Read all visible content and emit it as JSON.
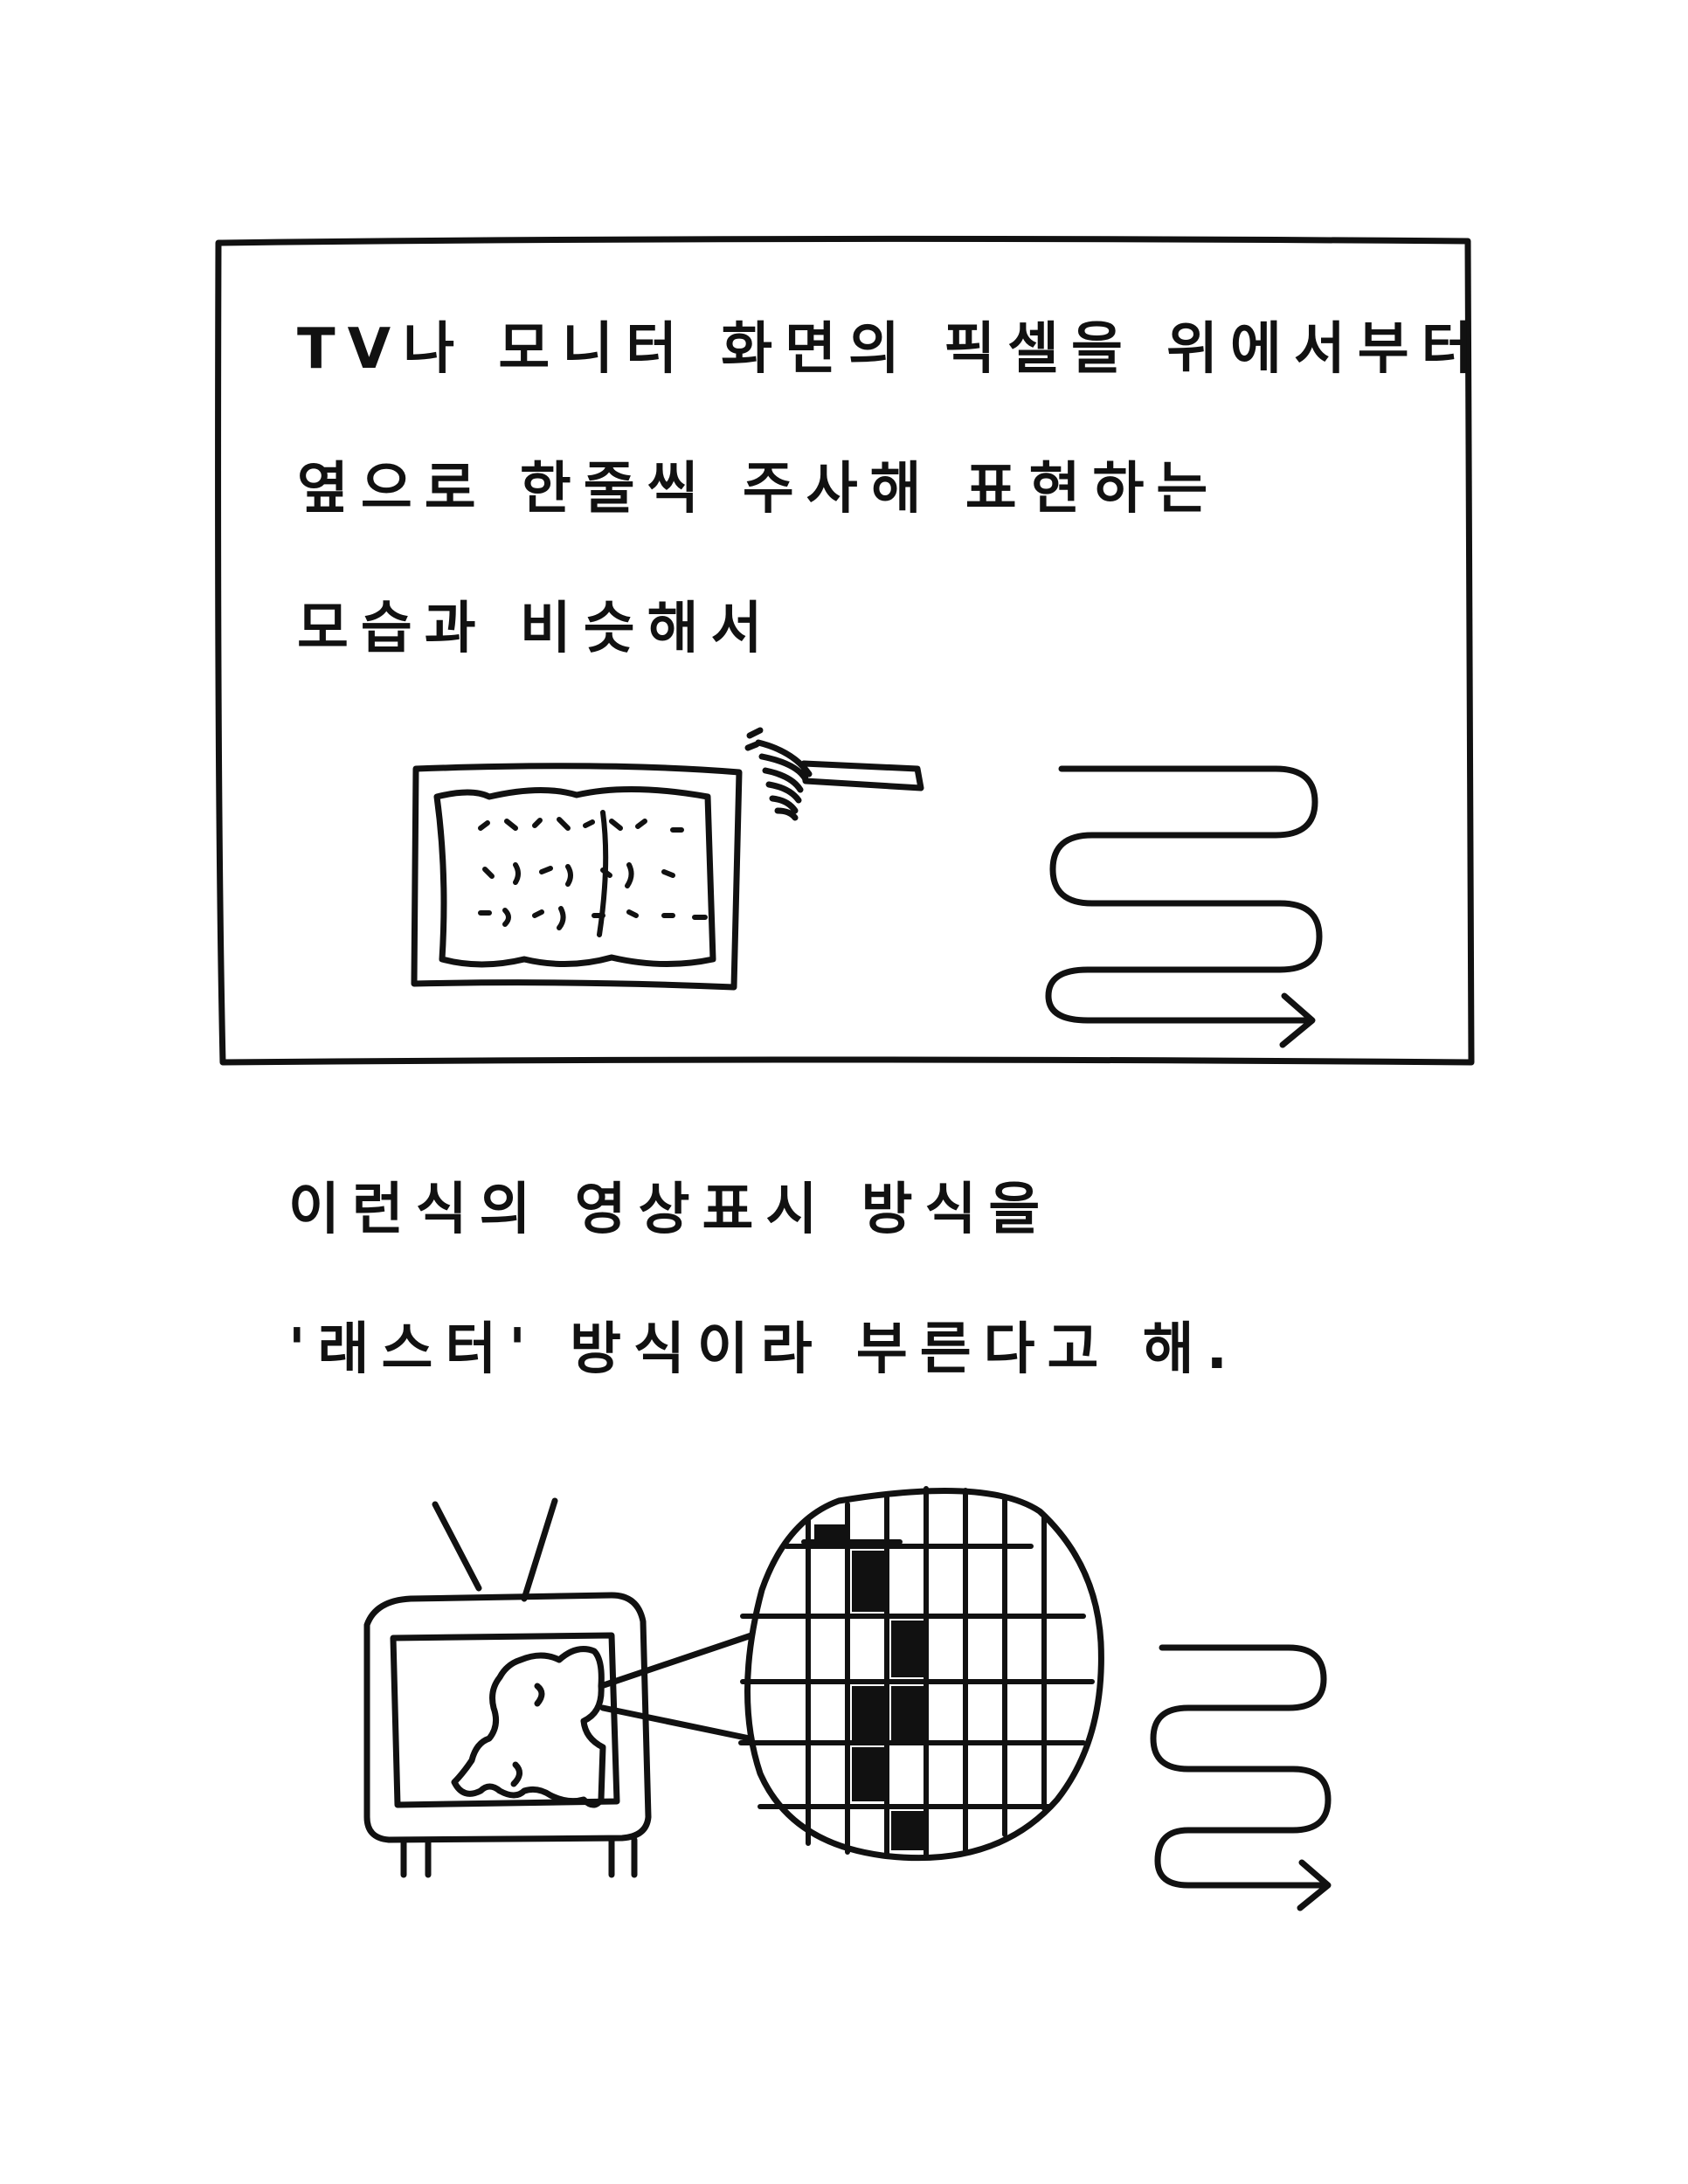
{
  "panel": {
    "lines": [
      "TV나 모니터 화면의 픽셀을 위에서부터",
      "옆으로 한줄씩 주사해 표현하는",
      "모습과 비슷해서"
    ]
  },
  "caption": {
    "lines": [
      "이런식의 영상표시 방식을",
      "'래스터' 방식이라 부른다고 해."
    ]
  },
  "illustrations": {
    "panel_left": "monitor-with-electron-gun",
    "panel_right": "zigzag-scan-arrow",
    "bottom_left": "crt-tv-with-map",
    "bottom_middle": "magnified-pixel-grid",
    "bottom_right": "zigzag-scan-arrow"
  },
  "colors": {
    "ink": "#111111",
    "paper": "#ffffff"
  }
}
